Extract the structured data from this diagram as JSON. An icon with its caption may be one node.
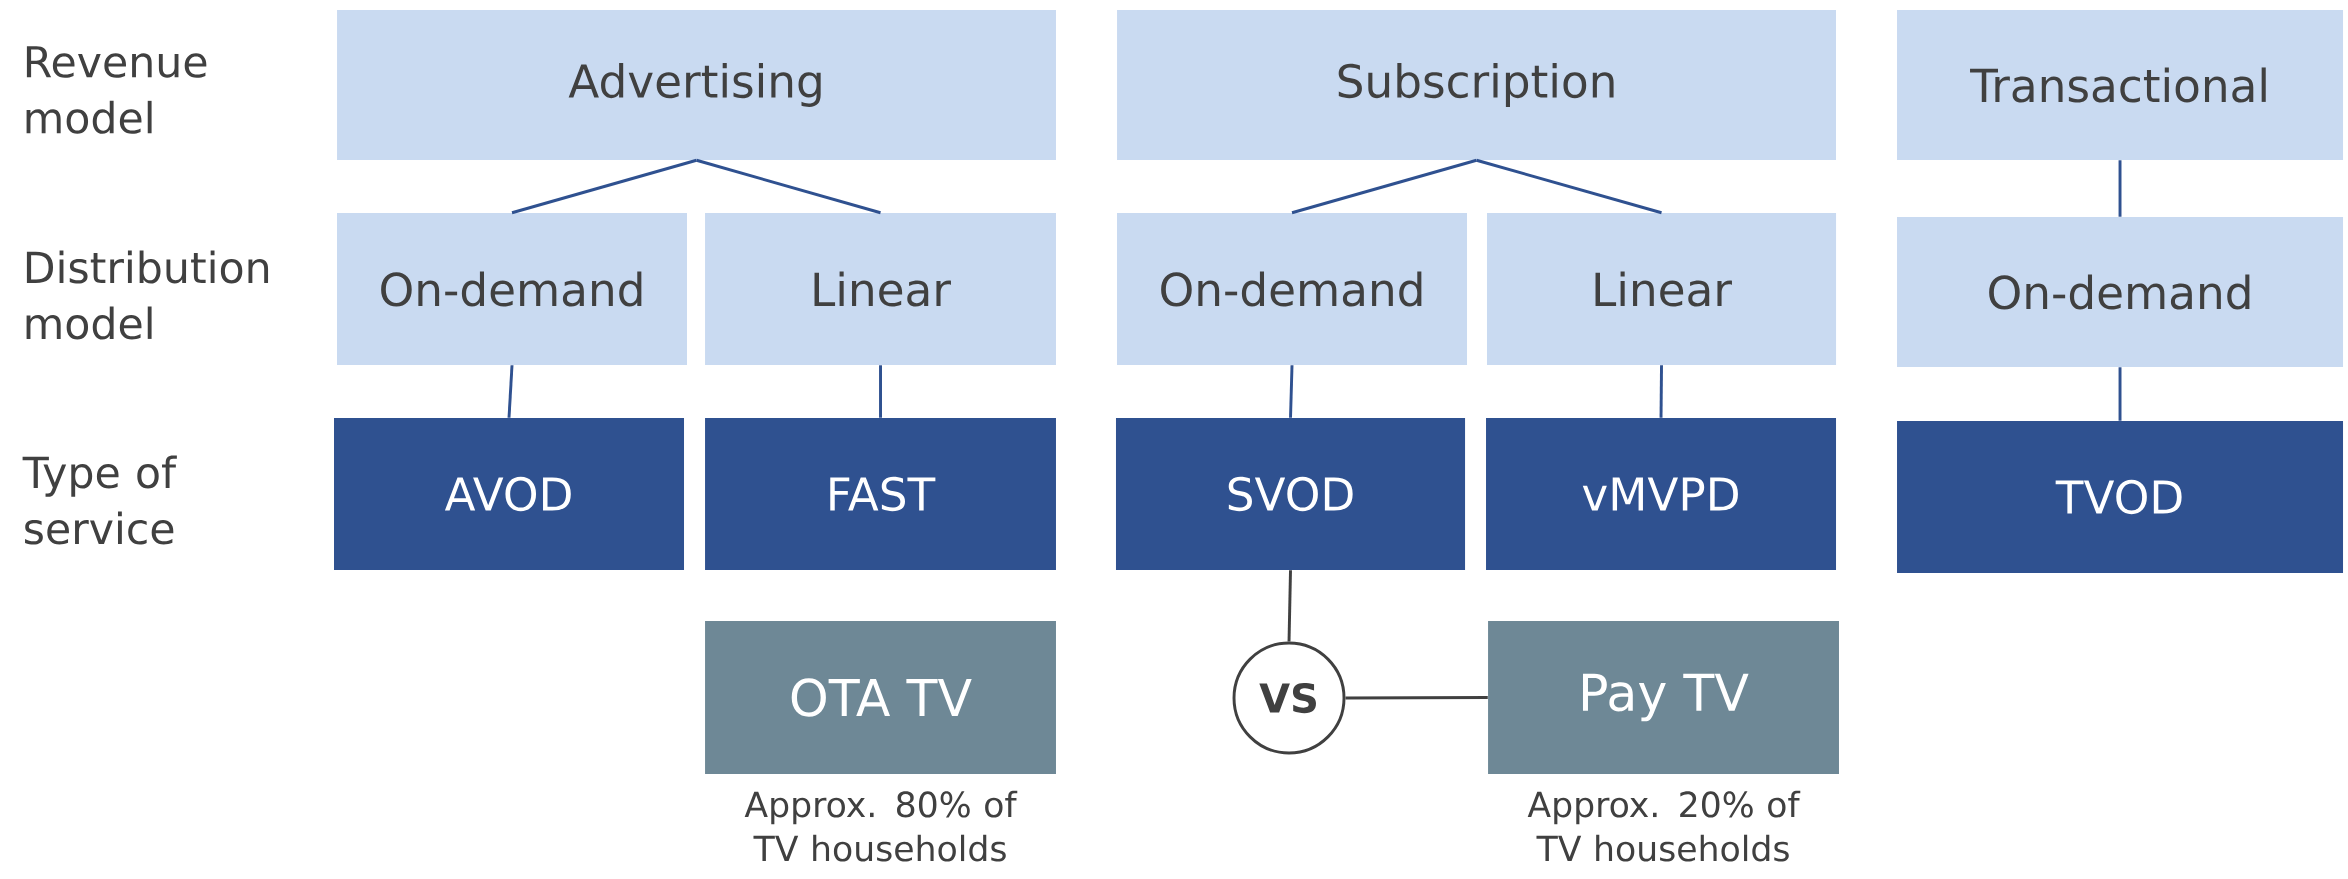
{
  "diagram": {
    "nodes": [
      {
        "text": [
          "Advertising"
        ]
      },
      {
        "text": [
          "Subscription"
        ]
      },
      {
        "text": [
          "Transactional"
        ]
      },
      {
        "text": [
          "On-demand"
        ]
      },
      {
        "text": [
          "Linear"
        ]
      },
      {
        "text": [
          "On-demand"
        ]
      },
      {
        "text": [
          "Linear"
        ]
      },
      {
        "text": [
          "On-demand"
        ]
      },
      {
        "text": [
          "AVOD"
        ]
      },
      {
        "text": [
          "FAST"
        ]
      },
      {
        "text": [
          "SVOD"
        ]
      },
      {
        "text": [
          "vMVPD"
        ]
      },
      {
        "text": [
          "TVOD"
        ]
      },
      {
        "text": [
          "OTA TV"
        ],
        "beside": [
          "Approx. 80% of TV households"
        ]
      },
      {
        "text": [
          "VS"
        ]
      },
      {
        "text": [
          "Pay TV"
        ],
        "beside": [
          "Approx. 20% of TV households"
        ]
      }
    ],
    "edges": [
      {
        "from": 0,
        "to": 3,
        "arrow": "none"
      },
      {
        "from": 0,
        "to": 4,
        "arrow": "none"
      },
      {
        "from": 1,
        "to": 5,
        "arrow": "none"
      },
      {
        "from": 1,
        "to": 6,
        "arrow": "none"
      },
      {
        "from": 2,
        "to": 7,
        "arrow": "none"
      },
      {
        "from": 3,
        "to": 8,
        "arrow": "none"
      },
      {
        "from": 4,
        "to": 9,
        "arrow": "none"
      },
      {
        "from": 5,
        "to": 10,
        "arrow": "none"
      },
      {
        "from": 6,
        "to": 11,
        "arrow": "none"
      },
      {
        "from": 7,
        "to": 12,
        "arrow": "none"
      },
      {
        "from": 10,
        "to": 14,
        "arrow": "none",
        "color": "#404040"
      },
      {
        "from": 14,
        "to": 15,
        "arrow": "none",
        "color": "#404040"
      }
    ],
    "labels": [
      "Revenue model",
      "Distribution model",
      "Type of service"
    ]
  }
}
